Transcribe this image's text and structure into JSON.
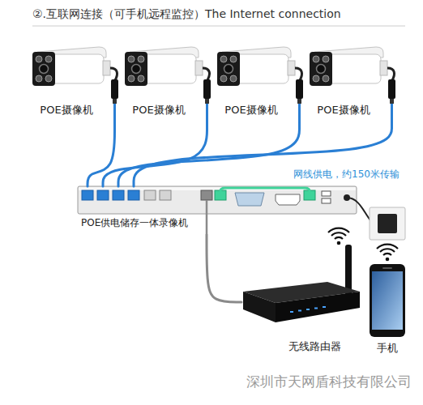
{
  "diagram": {
    "title": "②.互联网连接（可手机远程监控）The Internet connection",
    "nodes": [
      {
        "text": [
          "POE摄像机"
        ]
      },
      {
        "text": [
          "POE摄像机"
        ]
      },
      {
        "text": [
          "POE摄像机"
        ]
      },
      {
        "text": [
          "POE摄像机"
        ]
      },
      {
        "text": [
          "POE供电储存一体录像机"
        ]
      },
      {
        "text": [
          "无线路由器"
        ]
      },
      {
        "text": [
          "手机"
        ]
      }
    ],
    "edges": [
      {
        "from": 0,
        "to": 4,
        "arrow": "none"
      },
      {
        "from": 1,
        "to": 4,
        "arrow": "none"
      },
      {
        "from": 2,
        "to": 4,
        "arrow": "none"
      },
      {
        "from": 3,
        "to": 4,
        "arrow": "none"
      },
      {
        "from": 4,
        "to": 5,
        "arrow": "none"
      }
    ],
    "labels": [
      "网线供电，约150米传输",
      "深圳市天网盾科技有限公司"
    ]
  }
}
